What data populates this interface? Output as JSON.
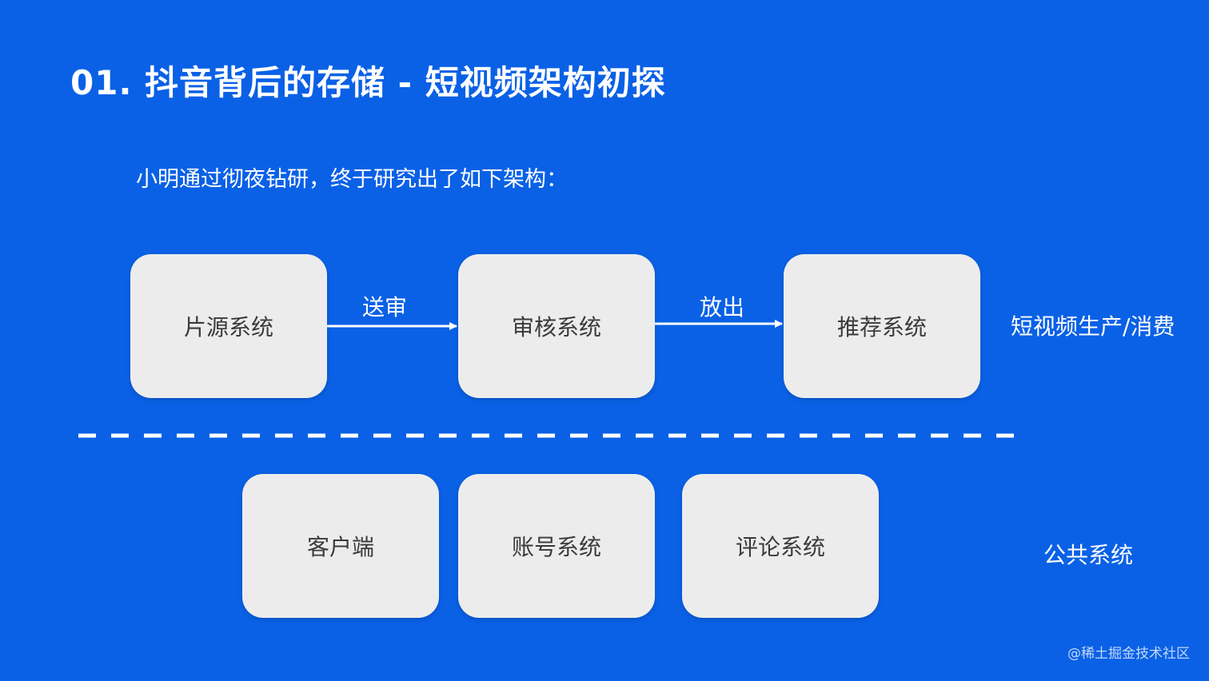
{
  "title": "01. 抖音背后的存储 - 短视频架构初探",
  "subtitle": "小明通过彻夜钻研，终于研究出了如下架构：",
  "production_row": {
    "boxes": [
      "片源系统",
      "审核系统",
      "推荐系统"
    ],
    "arrows": [
      "送审",
      "放出"
    ],
    "label": "短视频生产/消费"
  },
  "public_row": {
    "boxes": [
      "客户端",
      "账号系统",
      "评论系统"
    ],
    "label": "公共系统"
  },
  "watermark": "@稀土掘金技术社区",
  "colors": {
    "background": "#0a61e6",
    "box_fill": "#ececec",
    "box_text": "#3a3a3a",
    "text": "#ffffff"
  }
}
